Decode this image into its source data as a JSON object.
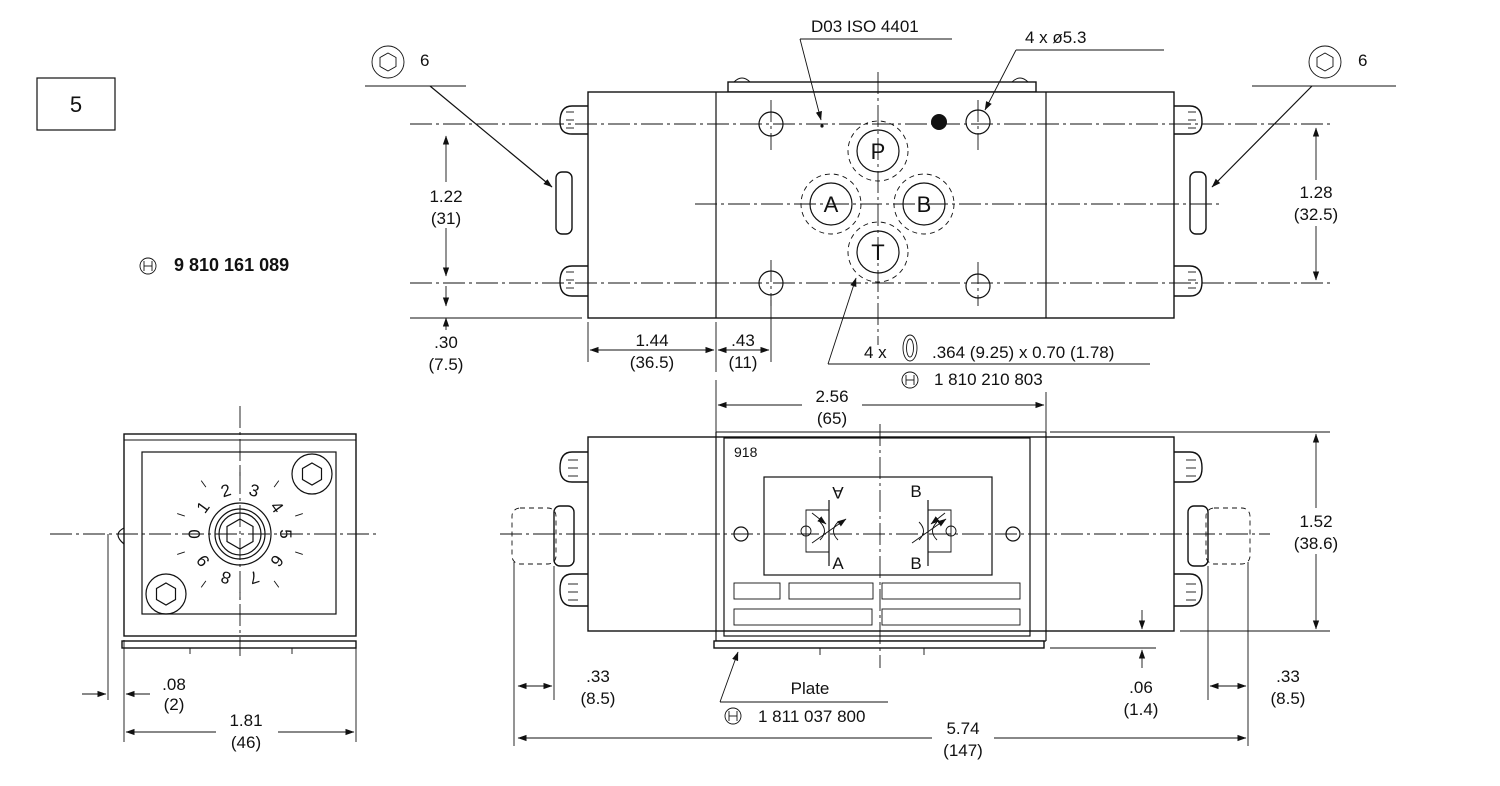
{
  "drawing": {
    "box_number": "5",
    "part_number_main": "9 810 161 089",
    "interface_label": "D03 ISO 4401",
    "holes_label": "4 x ø5.3",
    "screw_key_left": "6",
    "screw_key_right": "6",
    "oring_prefix": "4 x",
    "oring_spec": ".364 (9.25) x 0.70 (1.78)",
    "oring_part_number": "1 810 210 803",
    "plate_label": "Plate",
    "plate_part_number": "1 811 037 800",
    "model_code": "918",
    "ports": {
      "p": "P",
      "a": "A",
      "b": "B",
      "t": "T"
    },
    "symbol_ports": {
      "a_top": "A",
      "a_bottom": "A",
      "b_top": "B",
      "b_bottom": "B"
    },
    "dial_numbers": [
      "0",
      "1",
      "2",
      "3",
      "4",
      "5",
      "6",
      "7",
      "8",
      "9"
    ]
  },
  "dimensions": {
    "d_1_22": {
      "in": "1.22",
      "mm": "(31)"
    },
    "d_1_28": {
      "in": "1.28",
      "mm": "(32.5)"
    },
    "d_0_30": {
      "in": ".30",
      "mm": "(7.5)"
    },
    "d_1_44": {
      "in": "1.44",
      "mm": "(36.5)"
    },
    "d_0_43": {
      "in": ".43",
      "mm": "(11)"
    },
    "d_2_56": {
      "in": "2.56",
      "mm": "(65)"
    },
    "d_1_52": {
      "in": "1.52",
      "mm": "(38.6)"
    },
    "d_0_08": {
      "in": ".08",
      "mm": "(2)"
    },
    "d_1_81": {
      "in": "1.81",
      "mm": "(46)"
    },
    "d_0_33_left": {
      "in": ".33",
      "mm": "(8.5)"
    },
    "d_0_33_right": {
      "in": ".33",
      "mm": "(8.5)"
    },
    "d_0_06": {
      "in": ".06",
      "mm": "(1.4)"
    },
    "d_5_74": {
      "in": "5.74",
      "mm": "(147)"
    }
  }
}
